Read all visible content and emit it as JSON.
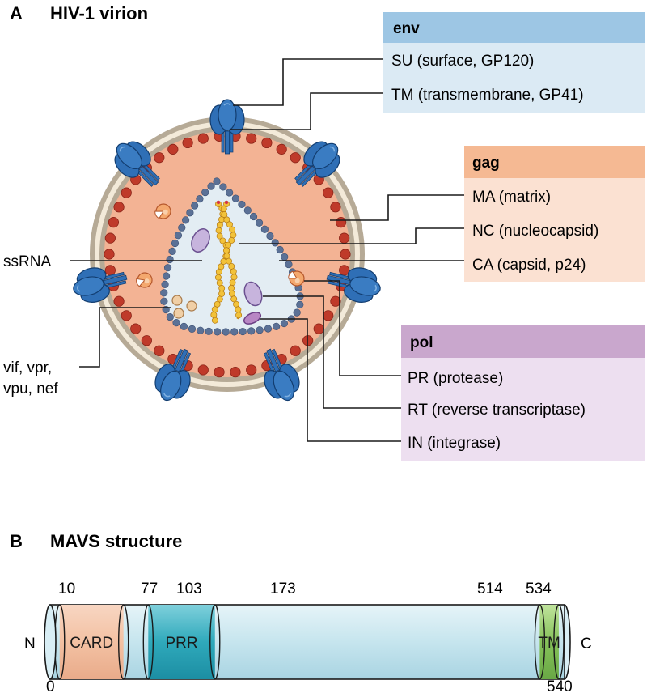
{
  "panel_a": {
    "letter": "A",
    "title": "HIV-1 virion",
    "env": {
      "header": "env",
      "items": [
        "SU (surface, GP120)",
        "TM (transmembrane, GP41)"
      ],
      "colors": {
        "header": "#9dc6e4",
        "body": "#dbeaf4"
      }
    },
    "gag": {
      "header": "gag",
      "items": [
        "MA (matrix)",
        "NC (nucleocapsid)",
        "CA (capsid, p24)"
      ],
      "colors": {
        "header": "#f5b993",
        "body": "#fbe1d2"
      }
    },
    "pol": {
      "header": "pol",
      "items": [
        "PR (protease)",
        "RT (reverse transcriptase)",
        "IN (integrase)"
      ],
      "colors": {
        "header": "#c9a7cd",
        "body": "#eddff0"
      }
    },
    "ssrna_label": "ssRNA",
    "accessory_label_line1": "vif, vpr,",
    "accessory_label_line2": "vpu, nef",
    "virion_colors": {
      "envelope": "#a99b84",
      "matrix_fill": "#f3b394",
      "matrix_beads": "#bf3a2a",
      "capsid_beads": "#5b7196",
      "capsid_fill": "#e3edf3",
      "env_spike": "#2f6fb6",
      "rna": "#f2c23a"
    }
  },
  "panel_b": {
    "letter": "B",
    "title": "MAVS structure",
    "n_label": "N",
    "c_label": "C",
    "positions_top": [
      "10",
      "77",
      "103",
      "173",
      "514",
      "534"
    ],
    "positions_bottom": [
      "0",
      "540"
    ],
    "domains": [
      {
        "label": "CARD",
        "start": 10,
        "end": 77,
        "color": "#f6c8ad"
      },
      {
        "label": "PRR",
        "start": 103,
        "end": 173,
        "color": "#3fb4c4"
      },
      {
        "label": "TM",
        "start": 514,
        "end": 534,
        "color": "#8fc860"
      }
    ],
    "length": 540,
    "bar_color": "#c7e6ef"
  }
}
